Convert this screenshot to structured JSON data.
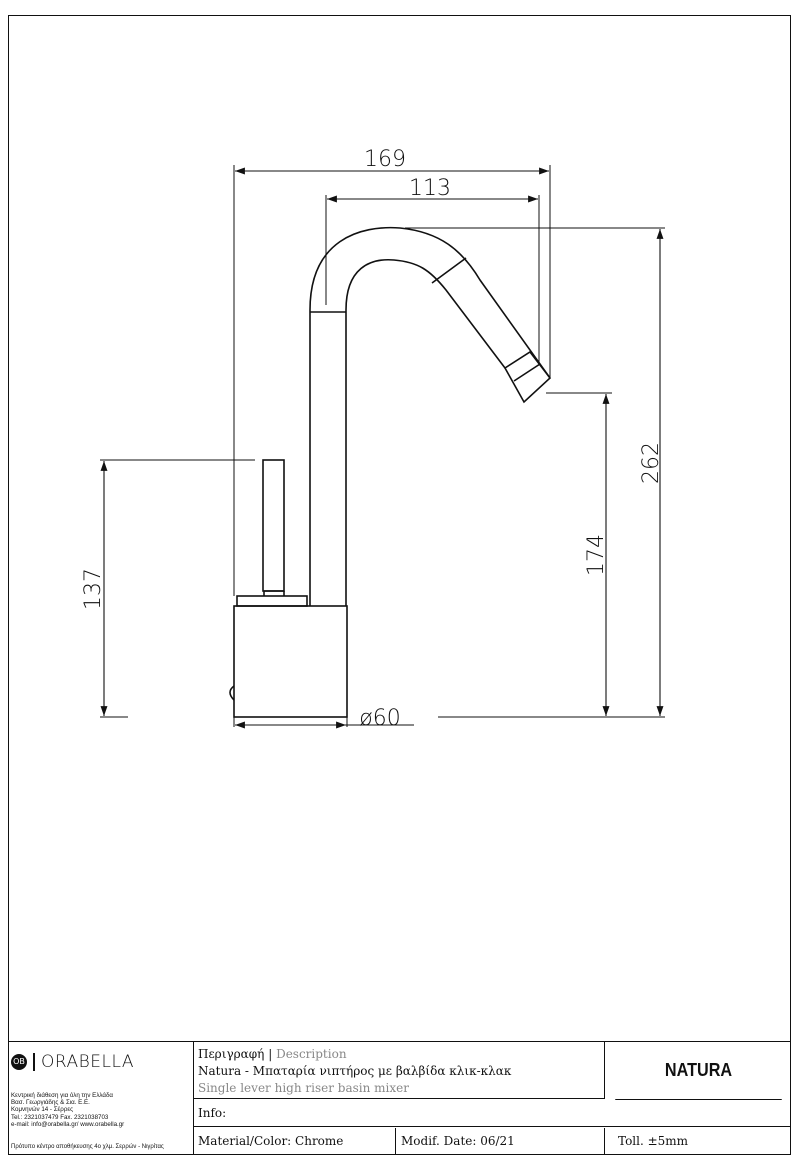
{
  "dimensions": {
    "total_length": "169",
    "spout_reach": "113",
    "total_height": "262",
    "spout_height": "174",
    "lever_height": "137",
    "base_diameter": "ø60"
  },
  "titleblock": {
    "brand": "ORABELLA",
    "logo_mark": "OB",
    "address_lines": [
      "Κεντρική διάθεση για όλη την Ελλάδα",
      "Βασ. Γεωργιάδης & Σια. Ε.Ε.",
      "Κομνηνών 14 - Σέρρες",
      "Tel.: 2321037479 Fax. 2321038703",
      "e-mail: info@orabella.gr/ www.orabella.gr"
    ],
    "center_note": "Πρότυπο κέντρο αποθήκευσης 4ο χλμ. Σερρών - Νιγρίτας",
    "desc_label_gr": "Περιγραφή",
    "desc_separator": "|",
    "desc_label_en": "Description",
    "desc_gr": "Natura - Μπαταρία νιπτήρος με βαλβίδα κλικ-κλακ",
    "desc_en": "Single lever high riser basin mixer",
    "product_name": "NATURA",
    "info": "Info:",
    "material": "Material/Color: Chrome",
    "modif_date": "Modif. Date: 06/21",
    "tolerance": "Toll. ±5mm"
  }
}
